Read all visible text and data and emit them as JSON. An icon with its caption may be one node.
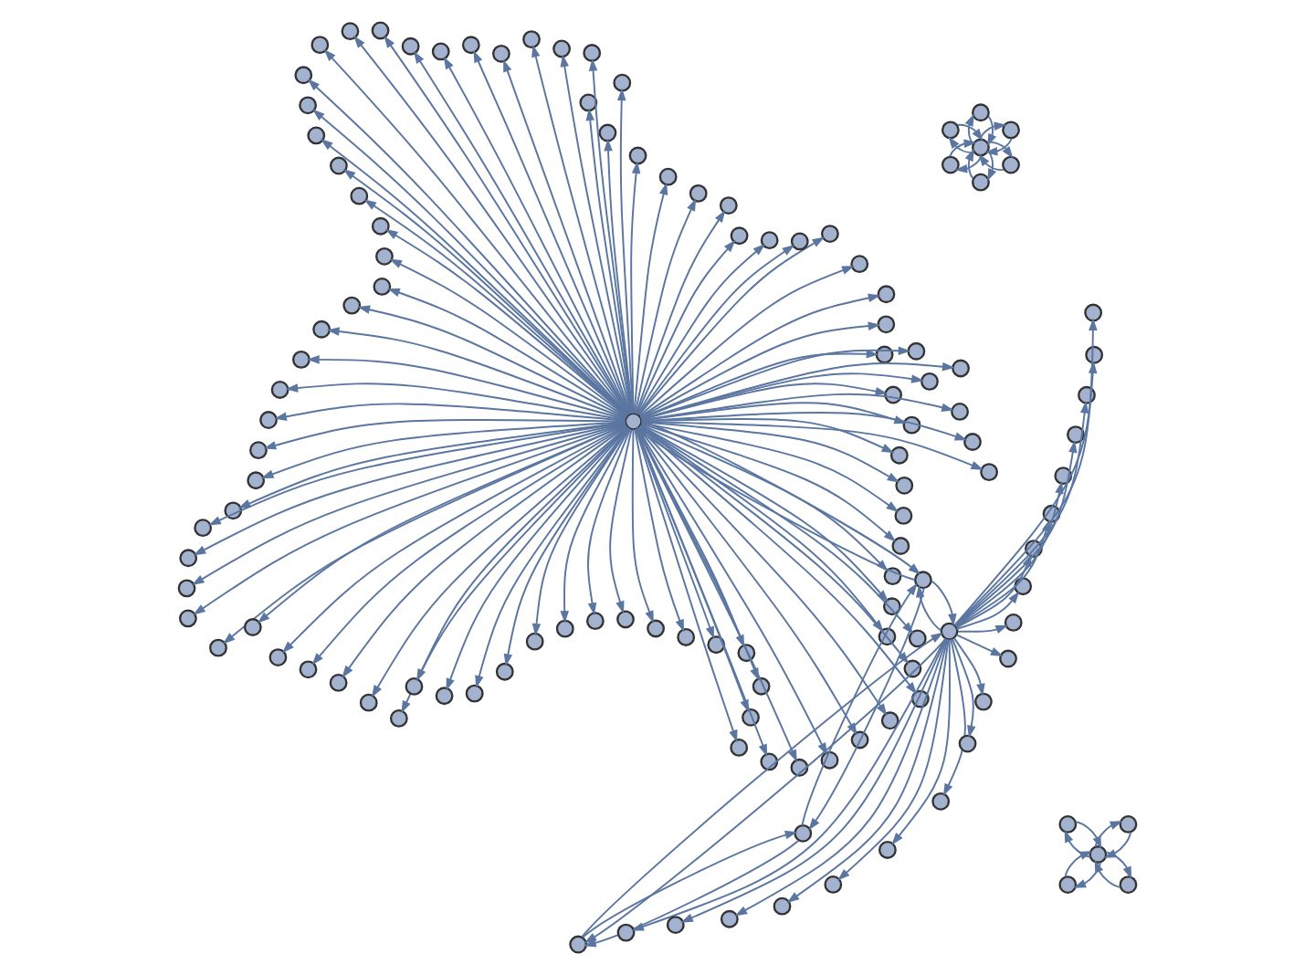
{
  "diagram": {
    "nodes": [
      {
        "text": [],
        "shape": "circle"
      },
      {
        "text": [],
        "shape": "circle"
      },
      {
        "text": [],
        "shape": "circle"
      },
      {
        "text": [],
        "shape": "circle"
      },
      {
        "text": [],
        "shape": "circle"
      },
      {
        "text": [],
        "shape": "circle"
      },
      {
        "text": [],
        "shape": "circle"
      },
      {
        "text": [],
        "shape": "circle"
      },
      {
        "text": [],
        "shape": "circle"
      },
      {
        "text": [],
        "shape": "circle"
      },
      {
        "text": [],
        "shape": "circle"
      },
      {
        "text": [],
        "shape": "circle"
      },
      {
        "text": [],
        "shape": "circle"
      },
      {
        "text": [],
        "shape": "circle"
      },
      {
        "text": [],
        "shape": "circle"
      },
      {
        "text": [],
        "shape": "circle"
      },
      {
        "text": [],
        "shape": "circle"
      },
      {
        "text": [],
        "shape": "circle"
      },
      {
        "text": [],
        "shape": "circle"
      },
      {
        "text": [],
        "shape": "circle"
      },
      {
        "text": [],
        "shape": "circle"
      },
      {
        "text": [],
        "shape": "circle"
      },
      {
        "text": [],
        "shape": "circle"
      },
      {
        "text": [],
        "shape": "circle"
      },
      {
        "text": [],
        "shape": "circle"
      },
      {
        "text": [],
        "shape": "circle"
      },
      {
        "text": [],
        "shape": "circle"
      },
      {
        "text": [],
        "shape": "circle"
      },
      {
        "text": [],
        "shape": "circle"
      },
      {
        "text": [],
        "shape": "circle"
      },
      {
        "text": [],
        "shape": "circle"
      },
      {
        "text": [],
        "shape": "circle"
      },
      {
        "text": [],
        "shape": "circle"
      },
      {
        "text": [],
        "shape": "circle"
      },
      {
        "text": [],
        "shape": "circle"
      },
      {
        "text": [],
        "shape": "circle"
      },
      {
        "text": [],
        "shape": "circle"
      },
      {
        "text": [],
        "shape": "circle"
      },
      {
        "text": [],
        "shape": "circle"
      },
      {
        "text": [],
        "shape": "circle"
      },
      {
        "text": [],
        "shape": "circle"
      },
      {
        "text": [],
        "shape": "circle"
      },
      {
        "text": [],
        "shape": "circle"
      },
      {
        "text": [],
        "shape": "circle"
      },
      {
        "text": [],
        "shape": "circle"
      },
      {
        "text": [],
        "shape": "circle"
      },
      {
        "text": [],
        "shape": "circle"
      },
      {
        "text": [],
        "shape": "circle"
      },
      {
        "text": [],
        "shape": "circle"
      },
      {
        "text": [],
        "shape": "circle"
      },
      {
        "text": [],
        "shape": "circle"
      },
      {
        "text": [],
        "shape": "circle"
      },
      {
        "text": [],
        "shape": "circle"
      },
      {
        "text": [],
        "shape": "circle"
      },
      {
        "text": [],
        "shape": "circle"
      },
      {
        "text": [],
        "shape": "circle"
      },
      {
        "text": [],
        "shape": "circle"
      },
      {
        "text": [],
        "shape": "circle"
      },
      {
        "text": [],
        "shape": "circle"
      },
      {
        "text": [],
        "shape": "circle"
      },
      {
        "text": [],
        "shape": "circle"
      },
      {
        "text": [],
        "shape": "circle"
      },
      {
        "text": [],
        "shape": "circle"
      },
      {
        "text": [],
        "shape": "circle"
      },
      {
        "text": [],
        "shape": "circle"
      },
      {
        "text": [],
        "shape": "circle"
      },
      {
        "text": [],
        "shape": "circle"
      },
      {
        "text": [],
        "shape": "circle"
      },
      {
        "text": [],
        "shape": "circle"
      },
      {
        "text": [],
        "shape": "circle"
      },
      {
        "text": [],
        "shape": "circle"
      },
      {
        "text": [],
        "shape": "circle"
      },
      {
        "text": [],
        "shape": "circle"
      },
      {
        "text": [],
        "shape": "circle"
      },
      {
        "text": [],
        "shape": "circle"
      },
      {
        "text": [],
        "shape": "circle"
      },
      {
        "text": [],
        "shape": "circle"
      },
      {
        "text": [],
        "shape": "circle"
      },
      {
        "text": [],
        "shape": "circle"
      },
      {
        "text": [],
        "shape": "circle"
      },
      {
        "text": [],
        "shape": "circle"
      },
      {
        "text": [],
        "shape": "circle"
      },
      {
        "text": [],
        "shape": "circle"
      },
      {
        "text": [],
        "shape": "circle"
      },
      {
        "text": [],
        "shape": "circle"
      },
      {
        "text": [],
        "shape": "circle"
      },
      {
        "text": [],
        "shape": "circle"
      },
      {
        "text": [],
        "shape": "circle"
      },
      {
        "text": [],
        "shape": "circle"
      },
      {
        "text": [],
        "shape": "circle"
      },
      {
        "text": [],
        "shape": "circle"
      },
      {
        "text": [],
        "shape": "circle"
      },
      {
        "text": [],
        "shape": "circle"
      },
      {
        "text": [],
        "shape": "circle"
      },
      {
        "text": [],
        "shape": "circle"
      },
      {
        "text": [],
        "shape": "circle"
      },
      {
        "text": [],
        "shape": "circle"
      },
      {
        "text": [],
        "shape": "circle"
      },
      {
        "text": [],
        "shape": "circle"
      },
      {
        "text": [],
        "shape": "circle"
      },
      {
        "text": [],
        "shape": "circle"
      },
      {
        "text": [],
        "shape": "circle"
      },
      {
        "text": [],
        "shape": "circle"
      },
      {
        "text": [],
        "shape": "circle"
      },
      {
        "text": [],
        "shape": "circle"
      },
      {
        "text": [],
        "shape": "circle"
      },
      {
        "text": [],
        "shape": "circle"
      },
      {
        "text": [],
        "shape": "circle"
      },
      {
        "text": [],
        "shape": "circle"
      },
      {
        "text": [],
        "shape": "circle"
      },
      {
        "text": [],
        "shape": "circle"
      },
      {
        "text": [],
        "shape": "circle"
      },
      {
        "text": [],
        "shape": "circle"
      },
      {
        "text": [],
        "shape": "circle"
      },
      {
        "text": [],
        "shape": "circle"
      },
      {
        "text": [],
        "shape": "circle"
      },
      {
        "text": [],
        "shape": "circle"
      },
      {
        "text": [],
        "shape": "circle"
      },
      {
        "text": [],
        "shape": "circle"
      },
      {
        "text": [],
        "shape": "circle"
      },
      {
        "text": [],
        "shape": "circle"
      },
      {
        "text": [],
        "shape": "circle"
      },
      {
        "text": [],
        "shape": "circle"
      },
      {
        "text": [],
        "shape": "circle"
      },
      {
        "text": [],
        "shape": "circle"
      },
      {
        "text": [],
        "shape": "circle"
      }
    ],
    "edges": [
      {
        "from": 0,
        "to": 1,
        "arrow": "to"
      },
      {
        "from": 0,
        "to": 2,
        "arrow": "to"
      },
      {
        "from": 0,
        "to": 3,
        "arrow": "to"
      },
      {
        "from": 0,
        "to": 4,
        "arrow": "to"
      },
      {
        "from": 0,
        "to": 5,
        "arrow": "to"
      },
      {
        "from": 0,
        "to": 6,
        "arrow": "to"
      },
      {
        "from": 0,
        "to": 7,
        "arrow": "to"
      },
      {
        "from": 0,
        "to": 8,
        "arrow": "to"
      },
      {
        "from": 0,
        "to": 9,
        "arrow": "to"
      },
      {
        "from": 0,
        "to": 10,
        "arrow": "to"
      },
      {
        "from": 0,
        "to": 11,
        "arrow": "to"
      },
      {
        "from": 0,
        "to": 12,
        "arrow": "to"
      },
      {
        "from": 0,
        "to": 13,
        "arrow": "to"
      },
      {
        "from": 0,
        "to": 14,
        "arrow": "to"
      },
      {
        "from": 0,
        "to": 15,
        "arrow": "to"
      },
      {
        "from": 0,
        "to": 16,
        "arrow": "to"
      },
      {
        "from": 0,
        "to": 17,
        "arrow": "to"
      },
      {
        "from": 0,
        "to": 18,
        "arrow": "to"
      },
      {
        "from": 0,
        "to": 19,
        "arrow": "to"
      },
      {
        "from": 0,
        "to": 20,
        "arrow": "to"
      },
      {
        "from": 0,
        "to": 21,
        "arrow": "to"
      },
      {
        "from": 0,
        "to": 22,
        "arrow": "to"
      },
      {
        "from": 0,
        "to": 23,
        "arrow": "to"
      },
      {
        "from": 0,
        "to": 24,
        "arrow": "to"
      },
      {
        "from": 0,
        "to": 25,
        "arrow": "to"
      },
      {
        "from": 0,
        "to": 26,
        "arrow": "to"
      },
      {
        "from": 0,
        "to": 27,
        "arrow": "to"
      },
      {
        "from": 0,
        "to": 28,
        "arrow": "to"
      },
      {
        "from": 0,
        "to": 29,
        "arrow": "to"
      },
      {
        "from": 0,
        "to": 30,
        "arrow": "to"
      },
      {
        "from": 0,
        "to": 31,
        "arrow": "to"
      },
      {
        "from": 0,
        "to": 32,
        "arrow": "to"
      },
      {
        "from": 0,
        "to": 33,
        "arrow": "to"
      },
      {
        "from": 0,
        "to": 34,
        "arrow": "to"
      },
      {
        "from": 0,
        "to": 35,
        "arrow": "to"
      },
      {
        "from": 0,
        "to": 36,
        "arrow": "to"
      },
      {
        "from": 0,
        "to": 37,
        "arrow": "to"
      },
      {
        "from": 0,
        "to": 38,
        "arrow": "to"
      },
      {
        "from": 0,
        "to": 39,
        "arrow": "to"
      },
      {
        "from": 0,
        "to": 40,
        "arrow": "to"
      },
      {
        "from": 0,
        "to": 41,
        "arrow": "to"
      },
      {
        "from": 0,
        "to": 42,
        "arrow": "to"
      },
      {
        "from": 0,
        "to": 43,
        "arrow": "to"
      },
      {
        "from": 0,
        "to": 44,
        "arrow": "to"
      },
      {
        "from": 0,
        "to": 45,
        "arrow": "to"
      },
      {
        "from": 0,
        "to": 46,
        "arrow": "to"
      },
      {
        "from": 0,
        "to": 47,
        "arrow": "to"
      },
      {
        "from": 0,
        "to": 48,
        "arrow": "to"
      },
      {
        "from": 0,
        "to": 49,
        "arrow": "to"
      },
      {
        "from": 0,
        "to": 50,
        "arrow": "to"
      },
      {
        "from": 0,
        "to": 51,
        "arrow": "to"
      },
      {
        "from": 0,
        "to": 52,
        "arrow": "to"
      },
      {
        "from": 0,
        "to": 53,
        "arrow": "to"
      },
      {
        "from": 0,
        "to": 54,
        "arrow": "to"
      },
      {
        "from": 0,
        "to": 55,
        "arrow": "to"
      },
      {
        "from": 0,
        "to": 56,
        "arrow": "to"
      },
      {
        "from": 0,
        "to": 57,
        "arrow": "to"
      },
      {
        "from": 0,
        "to": 58,
        "arrow": "to"
      },
      {
        "from": 0,
        "to": 59,
        "arrow": "to"
      },
      {
        "from": 0,
        "to": 60,
        "arrow": "to"
      },
      {
        "from": 0,
        "to": 61,
        "arrow": "to"
      },
      {
        "from": 0,
        "to": 62,
        "arrow": "to"
      },
      {
        "from": 0,
        "to": 63,
        "arrow": "to"
      },
      {
        "from": 0,
        "to": 64,
        "arrow": "to"
      },
      {
        "from": 0,
        "to": 65,
        "arrow": "to"
      },
      {
        "from": 0,
        "to": 66,
        "arrow": "to"
      },
      {
        "from": 0,
        "to": 67,
        "arrow": "to"
      },
      {
        "from": 0,
        "to": 68,
        "arrow": "to"
      },
      {
        "from": 0,
        "to": 69,
        "arrow": "to"
      },
      {
        "from": 0,
        "to": 70,
        "arrow": "to"
      },
      {
        "from": 0,
        "to": 71,
        "arrow": "to"
      },
      {
        "from": 0,
        "to": 72,
        "arrow": "to"
      },
      {
        "from": 0,
        "to": 73,
        "arrow": "to"
      },
      {
        "from": 0,
        "to": 74,
        "arrow": "to"
      },
      {
        "from": 0,
        "to": 75,
        "arrow": "to"
      },
      {
        "from": 0,
        "to": 76,
        "arrow": "to"
      },
      {
        "from": 0,
        "to": 77,
        "arrow": "to"
      },
      {
        "from": 0,
        "to": 78,
        "arrow": "to"
      },
      {
        "from": 0,
        "to": 79,
        "arrow": "to"
      },
      {
        "from": 0,
        "to": 80,
        "arrow": "to"
      },
      {
        "from": 0,
        "to": 81,
        "arrow": "to"
      },
      {
        "from": 0,
        "to": 82,
        "arrow": "to"
      },
      {
        "from": 0,
        "to": 83,
        "arrow": "to"
      },
      {
        "from": 0,
        "to": 84,
        "arrow": "to"
      },
      {
        "from": 0,
        "to": 85,
        "arrow": "to"
      },
      {
        "from": 0,
        "to": 86,
        "arrow": "to"
      },
      {
        "from": 0,
        "to": 87,
        "arrow": "to"
      },
      {
        "from": 0,
        "to": 88,
        "arrow": "to"
      },
      {
        "from": 0,
        "to": 89,
        "arrow": "to"
      },
      {
        "from": 0,
        "to": 90,
        "arrow": "to"
      },
      {
        "from": 0,
        "to": 91,
        "arrow": "to"
      },
      {
        "from": 91,
        "to": 0,
        "arrow": "to"
      },
      {
        "from": 91,
        "to": 92,
        "arrow": "to"
      },
      {
        "from": 92,
        "to": 91,
        "arrow": "to"
      },
      {
        "from": 92,
        "to": 93,
        "arrow": "to"
      },
      {
        "from": 93,
        "to": 92,
        "arrow": "to"
      },
      {
        "from": 93,
        "to": 94,
        "arrow": "to"
      },
      {
        "from": 94,
        "to": 93,
        "arrow": "to"
      },
      {
        "from": 91,
        "to": 94,
        "arrow": "to"
      },
      {
        "from": 94,
        "to": 91,
        "arrow": "to"
      },
      {
        "from": 94,
        "to": 95,
        "arrow": "to"
      },
      {
        "from": 94,
        "to": 96,
        "arrow": "to"
      },
      {
        "from": 94,
        "to": 97,
        "arrow": "to"
      },
      {
        "from": 94,
        "to": 98,
        "arrow": "to"
      },
      {
        "from": 94,
        "to": 99,
        "arrow": "to"
      },
      {
        "from": 94,
        "to": 100,
        "arrow": "to"
      },
      {
        "from": 94,
        "to": 101,
        "arrow": "to"
      },
      {
        "from": 94,
        "to": 102,
        "arrow": "to"
      },
      {
        "from": 94,
        "to": 103,
        "arrow": "to"
      },
      {
        "from": 94,
        "to": 104,
        "arrow": "to"
      },
      {
        "from": 94,
        "to": 105,
        "arrow": "to"
      },
      {
        "from": 94,
        "to": 106,
        "arrow": "to"
      },
      {
        "from": 94,
        "to": 107,
        "arrow": "to"
      },
      {
        "from": 94,
        "to": 108,
        "arrow": "to"
      },
      {
        "from": 94,
        "to": 109,
        "arrow": "to"
      },
      {
        "from": 94,
        "to": 110,
        "arrow": "to"
      },
      {
        "from": 94,
        "to": 111,
        "arrow": "to"
      },
      {
        "from": 94,
        "to": 112,
        "arrow": "to"
      },
      {
        "from": 94,
        "to": 113,
        "arrow": "to"
      },
      {
        "from": 114,
        "to": 115,
        "arrow": "to"
      },
      {
        "from": 115,
        "to": 114,
        "arrow": "to"
      },
      {
        "from": 114,
        "to": 116,
        "arrow": "to"
      },
      {
        "from": 116,
        "to": 114,
        "arrow": "to"
      },
      {
        "from": 114,
        "to": 117,
        "arrow": "to"
      },
      {
        "from": 117,
        "to": 114,
        "arrow": "to"
      },
      {
        "from": 114,
        "to": 118,
        "arrow": "to"
      },
      {
        "from": 118,
        "to": 114,
        "arrow": "to"
      },
      {
        "from": 114,
        "to": 119,
        "arrow": "to"
      },
      {
        "from": 119,
        "to": 114,
        "arrow": "to"
      },
      {
        "from": 114,
        "to": 120,
        "arrow": "to"
      },
      {
        "from": 120,
        "to": 114,
        "arrow": "to"
      },
      {
        "from": 121,
        "to": 122,
        "arrow": "to"
      },
      {
        "from": 122,
        "to": 121,
        "arrow": "to"
      },
      {
        "from": 121,
        "to": 123,
        "arrow": "to"
      },
      {
        "from": 123,
        "to": 121,
        "arrow": "to"
      },
      {
        "from": 121,
        "to": 124,
        "arrow": "to"
      },
      {
        "from": 124,
        "to": 121,
        "arrow": "to"
      },
      {
        "from": 121,
        "to": 125,
        "arrow": "to"
      },
      {
        "from": 125,
        "to": 121,
        "arrow": "to"
      }
    ]
  }
}
